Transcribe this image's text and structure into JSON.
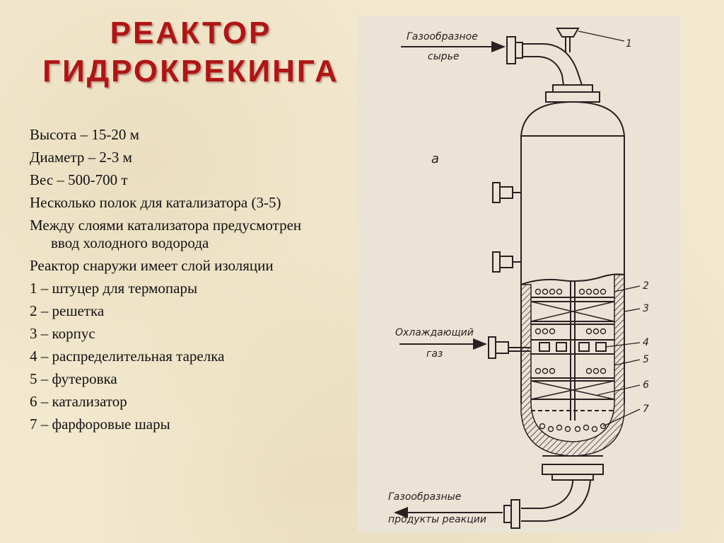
{
  "slide": {
    "title_line1": "РЕАКТОР",
    "title_line2": "ГИДРОКРЕКИНГА",
    "facts": [
      "Высота – 15-20 м",
      "Диаметр – 2-3 м",
      "Вес – 500-700 т",
      "Несколько полок для катализатора (3-5)",
      "Между слоями катализатора предусмотрен ввод холодного водорода",
      "Реактор снаружи имеет слой изоляции",
      "1 – штуцер для термопары",
      "2 – решетка",
      "3 – корпус",
      "4 – распределительная тарелка",
      "5 – футеровка",
      "6 – катализатор",
      "7 – фарфоровые шары"
    ]
  },
  "diagram": {
    "inlet_line1": "Газообразное",
    "inlet_line2": "сырье",
    "cooling_line1": "Охлаждающий",
    "cooling_line2": "газ",
    "outlet_line1": "Газообразные",
    "outlet_line2": "продукты реакции",
    "section_letter": "а",
    "callouts": [
      "1",
      "2",
      "3",
      "4",
      "5",
      "6",
      "7"
    ],
    "colors": {
      "title": "#b01515",
      "ink": "#2a2020",
      "paper": "#ece3d7"
    }
  }
}
